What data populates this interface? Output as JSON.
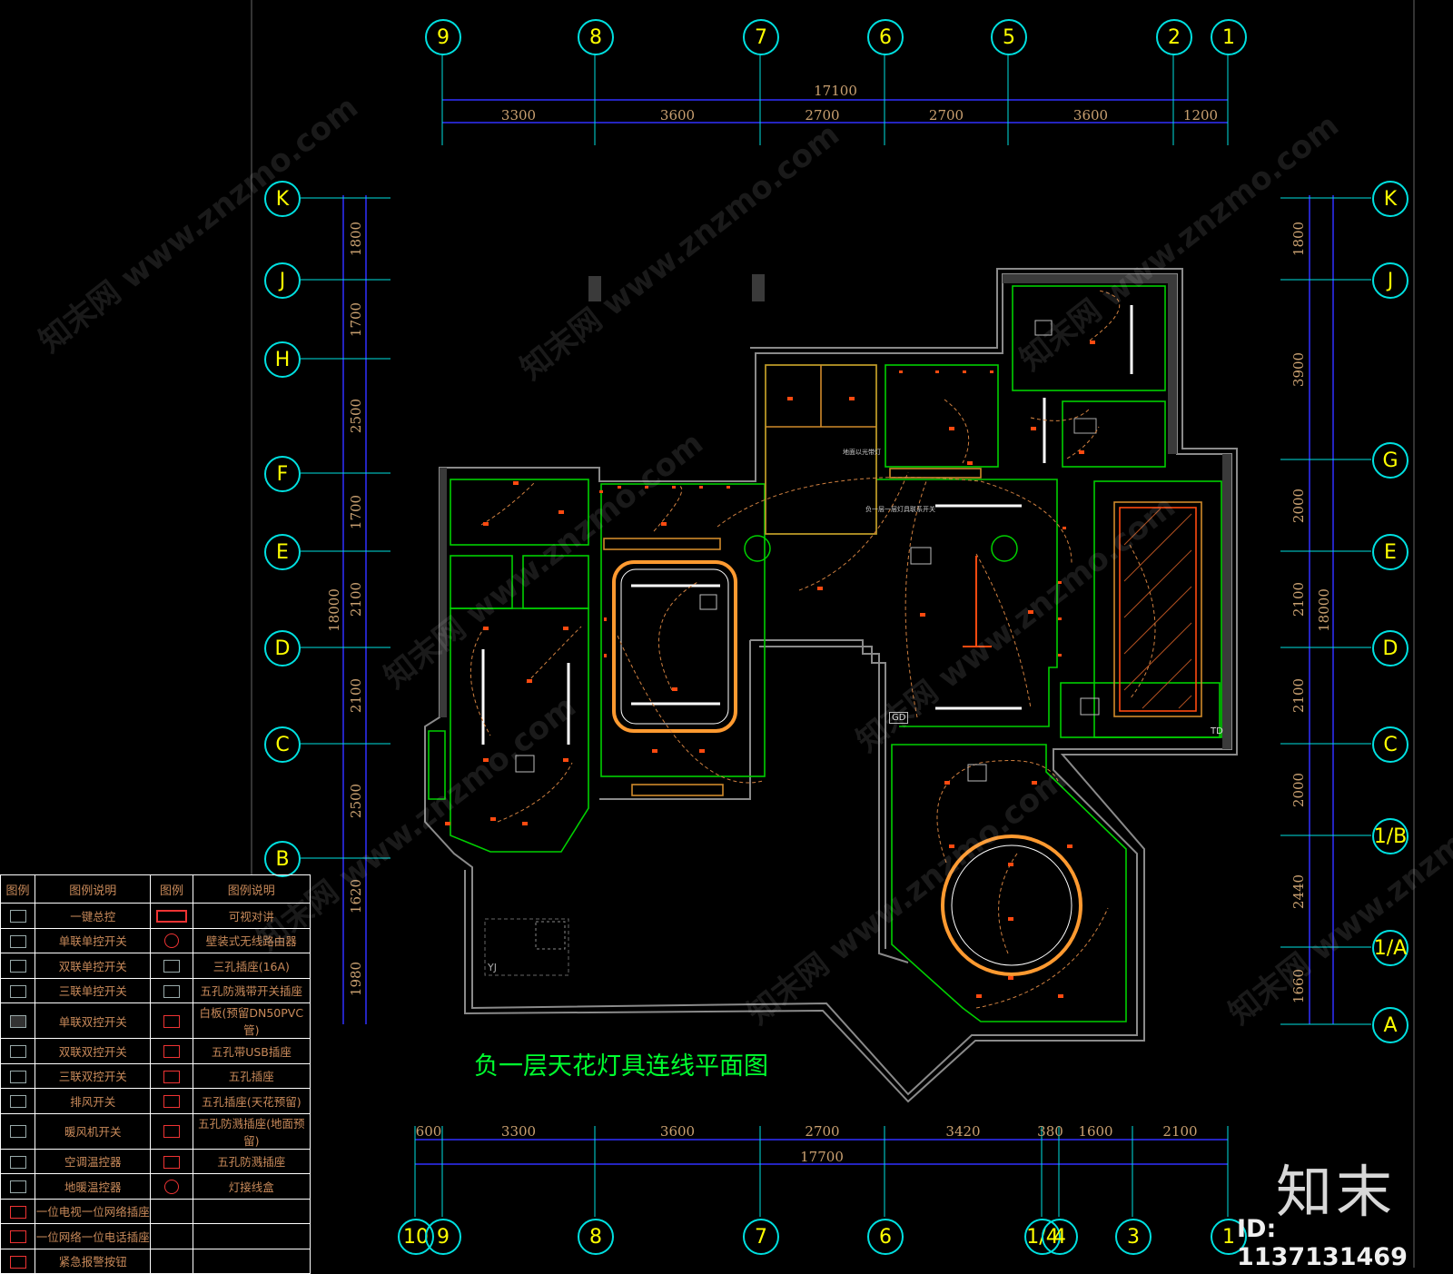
{
  "drawing_title": "负一层天花灯具连线平面图",
  "grid_axes": {
    "top_labels": [
      "9",
      "8",
      "7",
      "6",
      "5",
      "2",
      "1"
    ],
    "top_total": "17100",
    "top_dims": [
      "3300",
      "3600",
      "2700",
      "2700",
      "3600",
      "1200"
    ],
    "bottom_labels": [
      "10",
      "9",
      "8",
      "7",
      "6",
      "1/4",
      "4",
      "3",
      "1"
    ],
    "bottom_total": "17700",
    "bottom_dims": [
      "600",
      "3300",
      "3600",
      "2700",
      "3420",
      "380",
      "1600",
      "2100"
    ],
    "left_labels": [
      "K",
      "J",
      "H",
      "F",
      "E",
      "D",
      "C",
      "B"
    ],
    "left_dims": [
      "1800",
      "1700",
      "2500",
      "1700",
      "2100",
      "2100",
      "2500",
      "1620",
      "1980"
    ],
    "left_total": "18000",
    "right_labels": [
      "K",
      "J",
      "G",
      "E",
      "D",
      "C",
      "1/B",
      "1/A",
      "A"
    ],
    "right_dims": [
      "1800",
      "3900",
      "2000",
      "2100",
      "2100",
      "2000",
      "2440",
      "1660"
    ],
    "right_total": "18000"
  },
  "room_tags": [
    "GD",
    "TD",
    "YJ"
  ],
  "small_notes": [
    "地面以光带灯",
    "负一层一层灯具联系开关"
  ],
  "legend": {
    "headers": [
      "图例",
      "图例说明",
      "图例",
      "图例说明"
    ],
    "rows": [
      {
        "left_icon": "switch-master-icon",
        "left": "一键总控",
        "right_icon": "intercom-icon",
        "right": "可视对讲"
      },
      {
        "left_icon": "switch-1gang-icon",
        "left": "单联单控开关",
        "right_icon": "ap-router-icon",
        "right": "壁装式无线路由器"
      },
      {
        "left_icon": "switch-2gang-icon",
        "left": "双联单控开关",
        "right_icon": "socket-3pin-icon",
        "right": "三孔插座(16A)"
      },
      {
        "left_icon": "switch-3gang-icon",
        "left": "三联单控开关",
        "right_icon": "socket-5pin-splash-switch-icon",
        "right": "五孔防溅带开关插座"
      },
      {
        "left_icon": "switch-1gang-2way-icon",
        "left": "单联双控开关",
        "right_icon": "whiteboard-icon",
        "right": "白板(预留DN50PVC管)"
      },
      {
        "left_icon": "switch-2gang-2way-icon",
        "left": "双联双控开关",
        "right_icon": "socket-usb-icon",
        "right": "五孔带USB插座"
      },
      {
        "left_icon": "switch-3gang-2way-icon",
        "left": "三联双控开关",
        "right_icon": "socket-5pin-icon",
        "right": "五孔插座"
      },
      {
        "left_icon": "exhaust-switch-icon",
        "left": "排风开关",
        "right_icon": "socket-ceiling-icon",
        "right": "五孔插座(天花预留)"
      },
      {
        "left_icon": "fan-switch-icon",
        "left": "暖风机开关",
        "right_icon": "socket-floor-icon",
        "right": "五孔防溅插座(地面预留)"
      },
      {
        "left_icon": "ac-thermostat-icon",
        "left": "空调温控器",
        "right_icon": "socket-splash-icon",
        "right": "五孔防溅插座"
      },
      {
        "left_icon": "floor-heat-thermostat-icon",
        "left": "地暖温控器",
        "right_icon": "junction-box-icon",
        "right": "灯接线盒"
      },
      {
        "left_icon": "tv-network-socket-icon",
        "left": "一位电视一位网络插座",
        "right_icon": "",
        "right": ""
      },
      {
        "left_icon": "network-phone-socket-icon",
        "left": "一位网络一位电话插座",
        "right_icon": "",
        "right": ""
      },
      {
        "left_icon": "emergency-button-icon",
        "left": "紧急报警按钮",
        "right_icon": "",
        "right": ""
      }
    ]
  },
  "watermark": "知末网 www.znzmo.com",
  "brand_logo": "知末",
  "image_id": "ID: 1137131469",
  "colors": {
    "background": "#000000",
    "axis_bubble": "#00e0e0",
    "axis_text": "#ffff00",
    "dim_line": "#3030ff",
    "dim_text": "#c9a070",
    "wall": "#8a8a8a",
    "room_outline": "#00d000",
    "lamp": "#ff4a10",
    "wire": "#d08040",
    "title": "#00ff30"
  }
}
